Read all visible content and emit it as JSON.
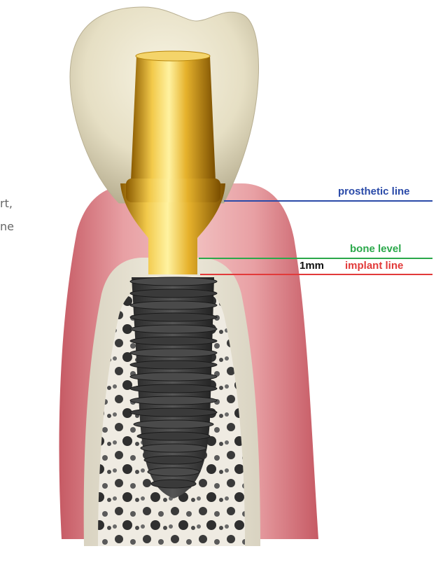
{
  "fragments": {
    "line1": "rt,",
    "line2": "ne"
  },
  "labels": {
    "prosthetic_line": "prosthetic line",
    "bone_level": "bone level",
    "implant_line": "implant line",
    "distance": "1mm"
  },
  "colors": {
    "prosthetic_line": "#2a4aa8",
    "bone_level": "#2aa84a",
    "implant_line": "#e23a3a",
    "distance": "#111111"
  }
}
